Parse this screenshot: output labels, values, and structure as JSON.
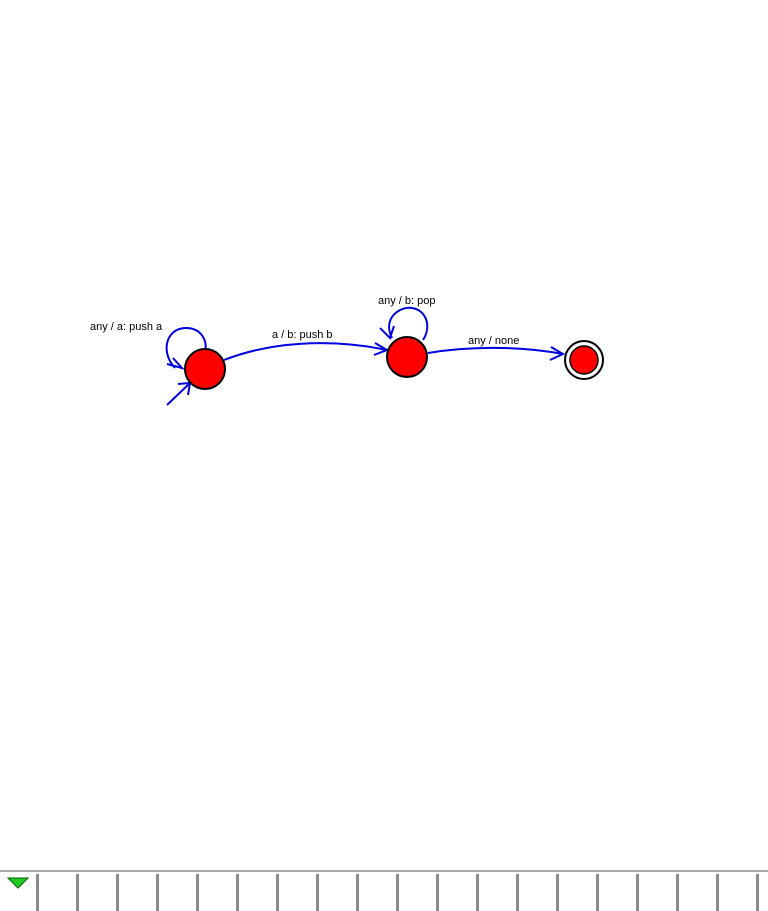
{
  "diagram": {
    "states": [
      {
        "id": "q0",
        "initial": true,
        "final": false
      },
      {
        "id": "q1",
        "initial": false,
        "final": false
      },
      {
        "id": "q2",
        "initial": false,
        "final": true
      }
    ],
    "transitions": [
      {
        "from": "q0",
        "to": "q0",
        "label": "any / a: push a"
      },
      {
        "from": "q0",
        "to": "q1",
        "label": "a / b: push b"
      },
      {
        "from": "q1",
        "to": "q1",
        "label": "any / b: pop"
      },
      {
        "from": "q1",
        "to": "q2",
        "label": "any / none"
      }
    ],
    "colors": {
      "state_fill": "#ff0000",
      "state_stroke": "#000000",
      "edge": "#0000e0",
      "tape_head": "#22cc22"
    }
  },
  "tape": {
    "cell_count": 19
  }
}
